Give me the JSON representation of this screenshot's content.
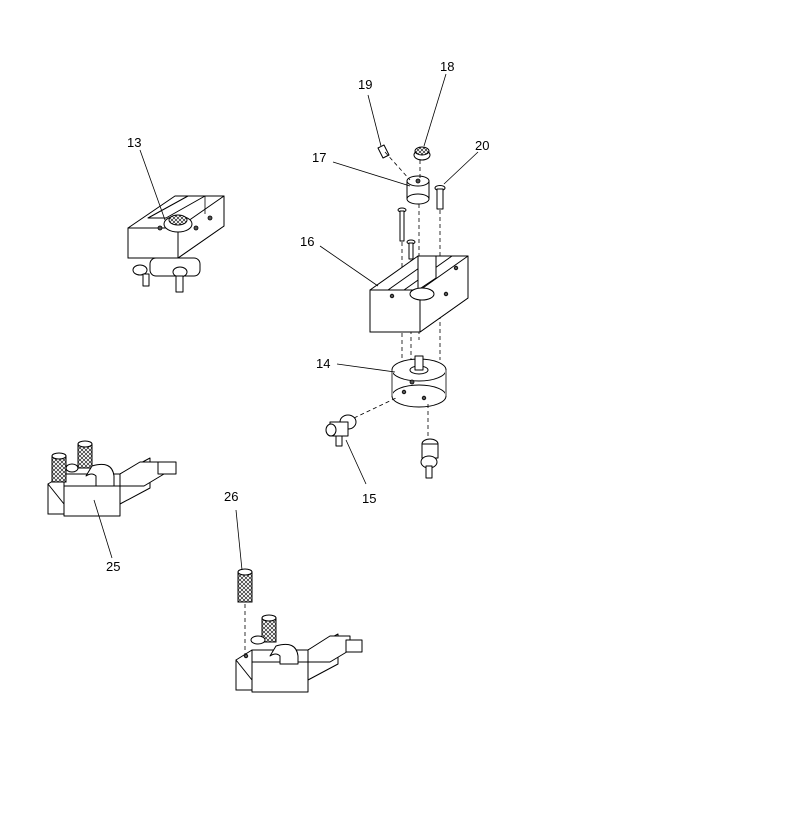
{
  "callouts": {
    "c13": "13",
    "c14": "14",
    "c15": "15",
    "c16": "16",
    "c17": "17",
    "c18": "18",
    "c19": "19",
    "c20": "20",
    "c25": "25",
    "c26": "26"
  }
}
